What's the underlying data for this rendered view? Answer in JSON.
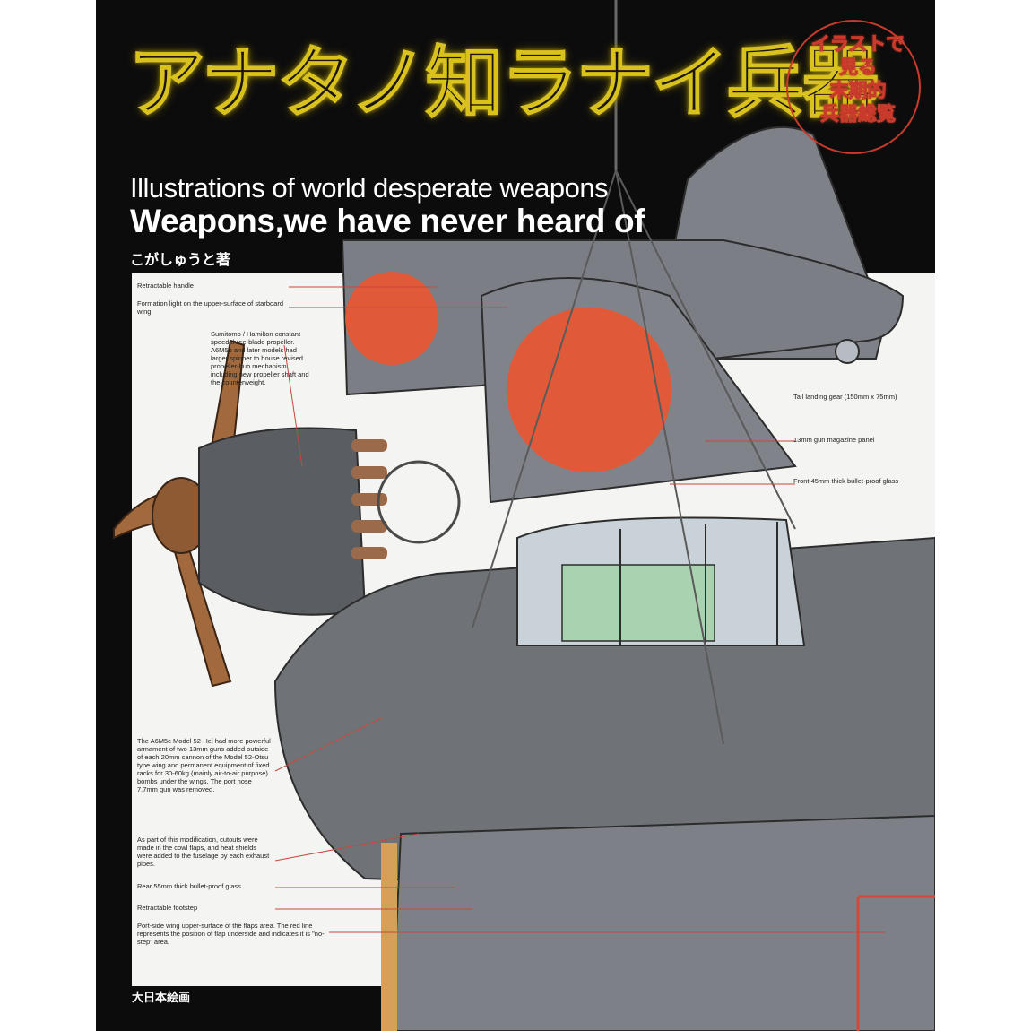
{
  "title_jp": "アナタノ知ラナイ兵器",
  "stamp": {
    "lines": [
      "イラストで",
      "見る",
      "末期的",
      "兵器総覧"
    ]
  },
  "subtitle_en": "Illustrations of world desperate weapons",
  "title_en": "Weapons,we have never heard of",
  "author": "こがしゅうと著",
  "publisher": "大日本絵画",
  "annotations": {
    "retractable_handle": "Retractable handle",
    "formation_light": "Formation light on the upper-surface of starboard wing",
    "propeller": "Sumitomo / Hamilton constant speed three-blade propeller. A6M5b and later models had larger spinner to house revised propeller-hub mechanism including new propeller shaft and the counterweight.",
    "tail_gear": "Tail landing gear (150mm x 75mm)",
    "gun_magazine": "13mm gun magazine panel",
    "front_glass": "Front 45mm thick bullet-proof glass",
    "armament": "The A6M5c Model 52-Hei had more powerful armament of two 13mm guns added outside of each 20mm cannon of the Model 52-Otsu type wing and permanent equipment of fixed racks for 30-60kg (mainly air-to-air purpose) bombs under the wings. The port nose 7.7mm gun was removed.",
    "cowl_flaps": "As part of this modification, cutouts were made in the cowl flaps, and heat shields were added to the fuselage by each exhaust pipes.",
    "rear_glass": "Rear 55mm thick bullet-proof glass",
    "footstep": "Retractable footstep",
    "no_step": "Port-side wing upper-surface of the flaps area. The red line represents the position of flap underside and indicates it is \"no-step\" area."
  },
  "colors": {
    "background": "#0c0c0d",
    "title_yellow": "#d9c21d",
    "stamp_red": "#c83a2b",
    "hinomaru": "#e05a3a",
    "aircraft_grey": "#7d8187",
    "propeller_brown": "#a26a3c",
    "cockpit_green": "#a9d3b0"
  }
}
